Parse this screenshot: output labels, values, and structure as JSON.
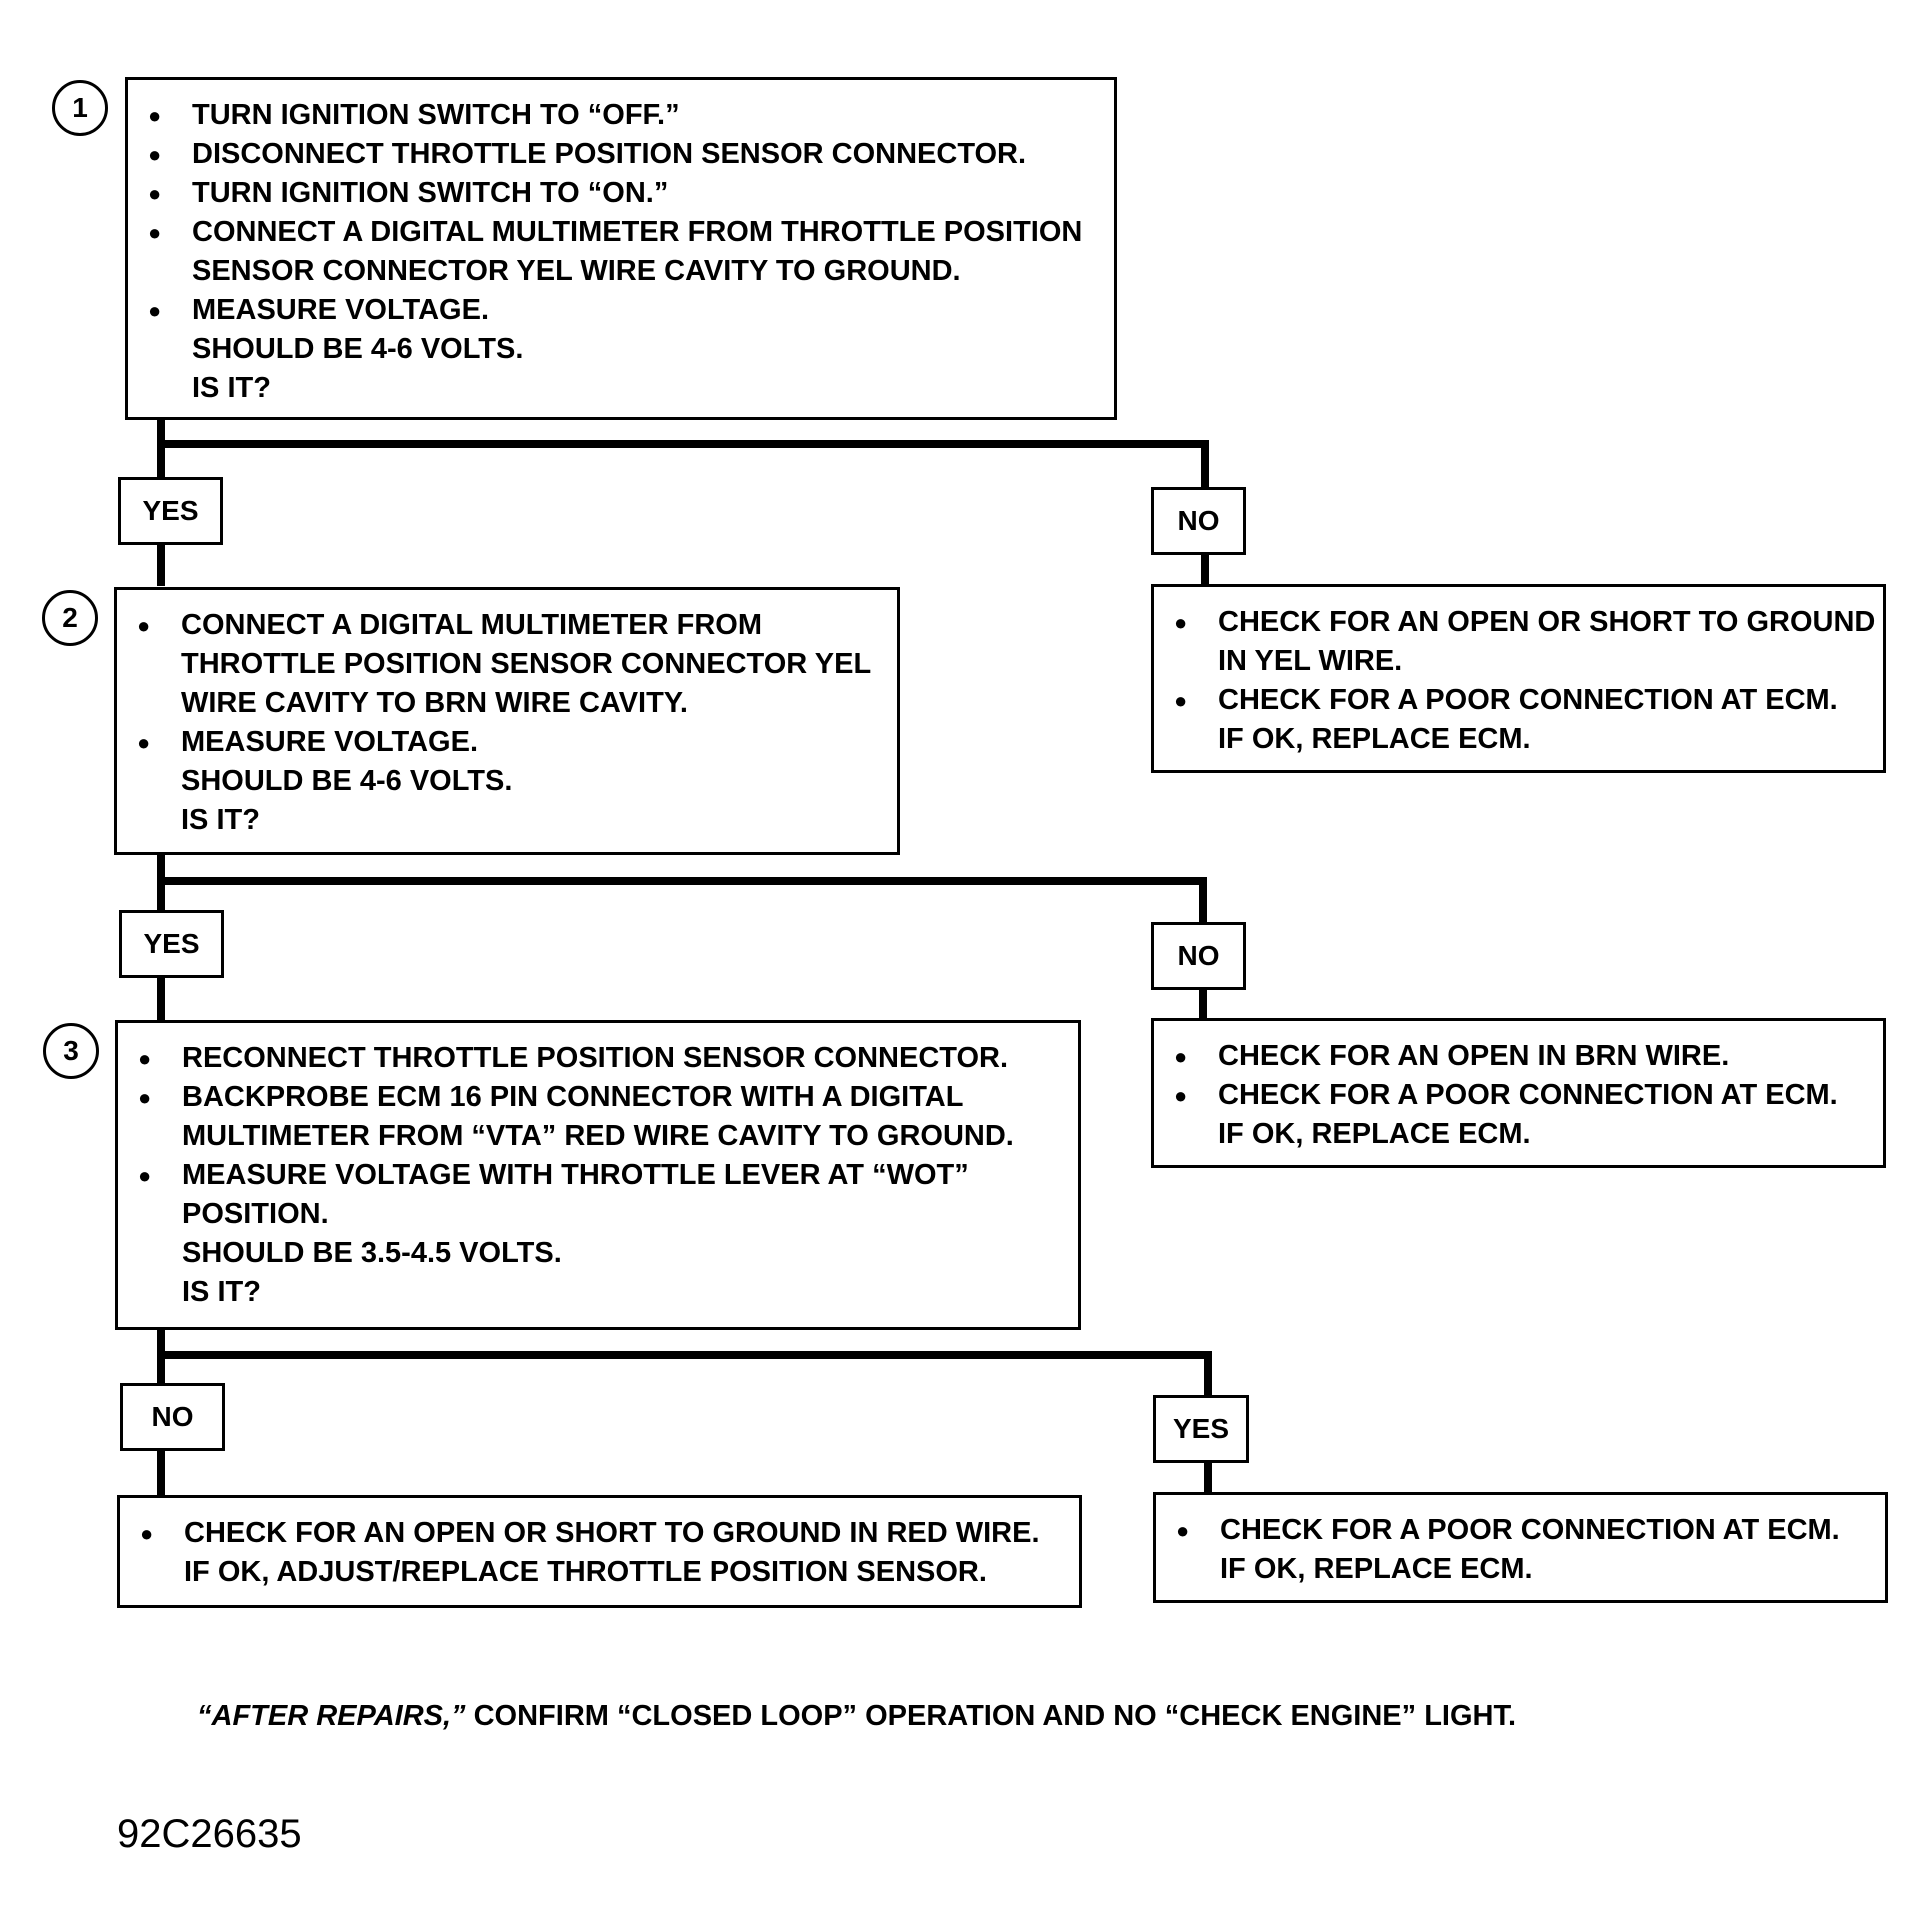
{
  "steps": [
    {
      "number": "1",
      "lines": [
        {
          "text": "TURN IGNITION SWITCH TO “OFF.”",
          "bullet": true
        },
        {
          "text": "DISCONNECT THROTTLE POSITION SENSOR CONNECTOR.",
          "bullet": true
        },
        {
          "text": "TURN IGNITION SWITCH TO “ON.”",
          "bullet": true
        },
        {
          "text": "CONNECT A DIGITAL MULTIMETER FROM THROTTLE POSITION",
          "bullet": true
        },
        {
          "text": "SENSOR CONNECTOR YEL WIRE CAVITY TO GROUND.",
          "bullet": false
        },
        {
          "text": "MEASURE VOLTAGE.",
          "bullet": true
        },
        {
          "text": "SHOULD BE 4-6 VOLTS.",
          "bullet": false
        },
        {
          "text": "IS IT?",
          "bullet": false
        }
      ]
    },
    {
      "number": "2",
      "lines": [
        {
          "text": "CONNECT A DIGITAL MULTIMETER FROM",
          "bullet": true
        },
        {
          "text": "THROTTLE POSITION SENSOR CONNECTOR YEL",
          "bullet": false
        },
        {
          "text": "WIRE CAVITY TO BRN WIRE CAVITY.",
          "bullet": false
        },
        {
          "text": "MEASURE VOLTAGE.",
          "bullet": true
        },
        {
          "text": "SHOULD BE 4-6 VOLTS.",
          "bullet": false
        },
        {
          "text": "IS IT?",
          "bullet": false
        }
      ]
    },
    {
      "number": "3",
      "lines": [
        {
          "text": "RECONNECT THROTTLE POSITION SENSOR CONNECTOR.",
          "bullet": true
        },
        {
          "text": "BACKPROBE ECM 16 PIN CONNECTOR WITH A DIGITAL",
          "bullet": true
        },
        {
          "text": "MULTIMETER FROM “VTA” RED WIRE CAVITY TO GROUND.",
          "bullet": false
        },
        {
          "text": "MEASURE VOLTAGE WITH THROTTLE LEVER AT “WOT”",
          "bullet": true
        },
        {
          "text": "POSITION.",
          "bullet": false
        },
        {
          "text": "SHOULD BE 3.5-4.5 VOLTS.",
          "bullet": false
        },
        {
          "text": "IS IT?",
          "bullet": false
        }
      ]
    }
  ],
  "results": [
    {
      "lines": [
        {
          "text": "CHECK FOR AN OPEN OR SHORT TO GROUND",
          "bullet": true
        },
        {
          "text": "IN YEL WIRE.",
          "bullet": false
        },
        {
          "text": "CHECK FOR A POOR CONNECTION AT ECM.",
          "bullet": true
        },
        {
          "text": "IF OK, REPLACE ECM.",
          "bullet": false
        }
      ]
    },
    {
      "lines": [
        {
          "text": "CHECK FOR AN OPEN IN BRN WIRE.",
          "bullet": true
        },
        {
          "text": "CHECK FOR A POOR CONNECTION AT ECM.",
          "bullet": true
        },
        {
          "text": "IF OK, REPLACE ECM.",
          "bullet": false
        }
      ]
    },
    {
      "lines": [
        {
          "text": "CHECK FOR AN OPEN OR SHORT TO GROUND IN RED WIRE.",
          "bullet": true
        },
        {
          "text": "IF OK, ADJUST/REPLACE THROTTLE POSITION SENSOR.",
          "bullet": false
        }
      ]
    },
    {
      "lines": [
        {
          "text": "CHECK FOR A POOR CONNECTION AT ECM.",
          "bullet": true
        },
        {
          "text": "IF OK, REPLACE ECM.",
          "bullet": false
        }
      ]
    }
  ],
  "branch_labels": {
    "yes": "YES",
    "no": "NO"
  },
  "footer": {
    "note_italic": "“AFTER REPAIRS,”",
    "note_rest": " CONFIRM “CLOSED LOOP” OPERATION AND NO “CHECK ENGINE” LIGHT.",
    "figure_code": "92C26635"
  }
}
